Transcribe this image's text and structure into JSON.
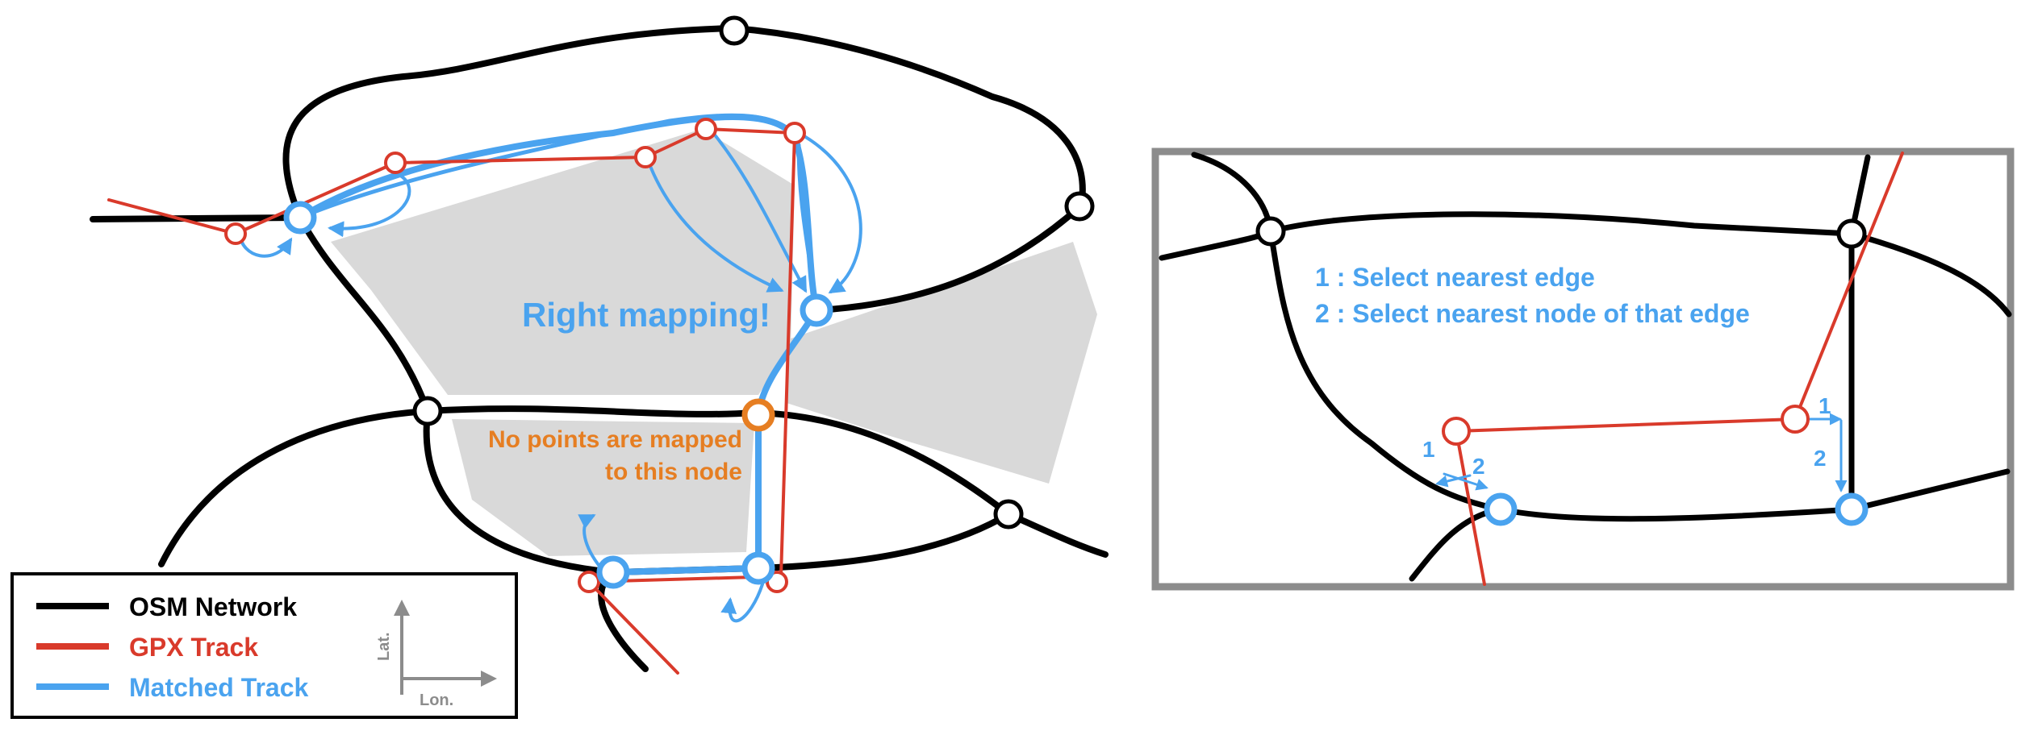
{
  "colors": {
    "network": "#000000",
    "gpx": "#d93a2b",
    "matched": "#4aa3ef",
    "unmapped": "#e67e22",
    "region": "#d9d9d9",
    "inset_frame": "#8c8c8c"
  },
  "labels": {
    "right_mapping": "Right mapping!",
    "no_points_line1": "No points are mapped",
    "no_points_line2": "to this node"
  },
  "legend": {
    "osm": "OSM Network",
    "gpx": "GPX Track",
    "matched": "Matched Track",
    "lat": "Lat.",
    "lon": "Lon."
  },
  "inset": {
    "step1": "1 : Select nearest edge",
    "step2": "2 : Select nearest node of that edge",
    "n1": "1",
    "n2": "2"
  }
}
